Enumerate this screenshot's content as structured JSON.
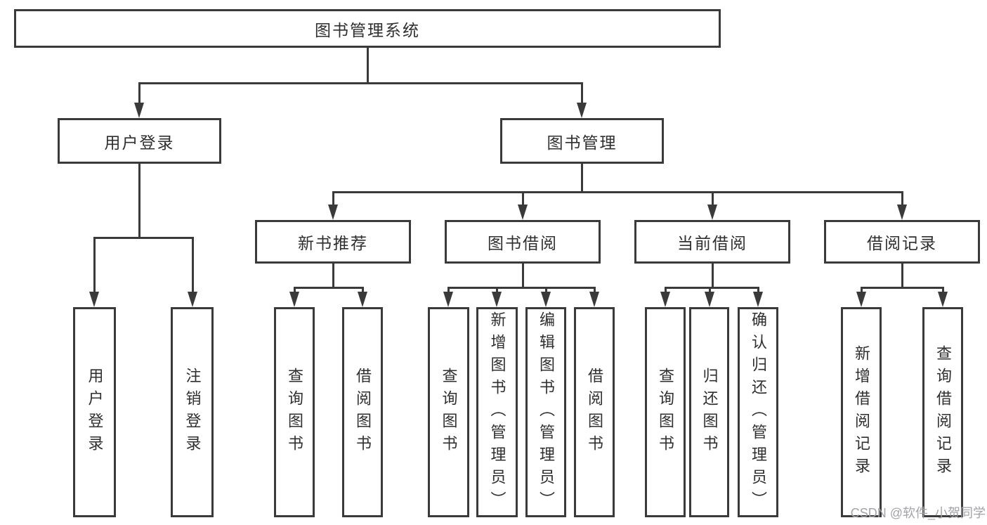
{
  "diagram": {
    "type": "tree",
    "colors": {
      "line": "#3a3a3a",
      "text": "#2f2f2f",
      "background": "#ffffff",
      "watermark": "#a2a3a7"
    },
    "watermark": "CSDN @软件_小贺同学",
    "nodes": {
      "root": {
        "label": "图书管理系统"
      },
      "user_login": {
        "label": "用户登录"
      },
      "book_management": {
        "label": "图书管理"
      },
      "new_book_recommend": {
        "label": "新书推荐"
      },
      "book_borrowing": {
        "label": "图书借阅"
      },
      "current_borrowing": {
        "label": "当前借阅"
      },
      "borrowing_records": {
        "label": "借阅记录"
      },
      "login_user_login": {
        "label": "用户登录"
      },
      "login_logout": {
        "label": "注销登录"
      },
      "recommend_query_books": {
        "label": "查询图书"
      },
      "recommend_borrow_books": {
        "label": "借阅图书"
      },
      "borrowing_query_books": {
        "label": "查询图书"
      },
      "borrowing_add_books": {
        "label": "新增图书（管理员）"
      },
      "borrowing_edit_books": {
        "label": "编辑图书（管理员）"
      },
      "borrowing_borrow_books": {
        "label": "借阅图书"
      },
      "current_query_books": {
        "label": "查询图书"
      },
      "current_return_books": {
        "label": "归还图书"
      },
      "current_confirm_return": {
        "label": "确认归还（管理员）"
      },
      "records_add_record": {
        "label": "新增借阅记录"
      },
      "records_query_record": {
        "label": "查询借阅记录"
      }
    },
    "edges": [
      "root→用户登录",
      "root→图书管理",
      "用户登录→用户登录(leaf)",
      "用户登录→注销登录",
      "图书管理→新书推荐",
      "图书管理→图书借阅",
      "图书管理→当前借阅",
      "图书管理→借阅记录",
      "新书推荐→查询图书",
      "新书推荐→借阅图书",
      "图书借阅→查询图书",
      "图书借阅→新增图书（管理员）",
      "图书借阅→编辑图书（管理员）",
      "图书借阅→借阅图书",
      "当前借阅→查询图书",
      "当前借阅→归还图书",
      "当前借阅→确认归还（管理员）",
      "借阅记录→新增借阅记录",
      "借阅记录→查询借阅记录"
    ]
  }
}
